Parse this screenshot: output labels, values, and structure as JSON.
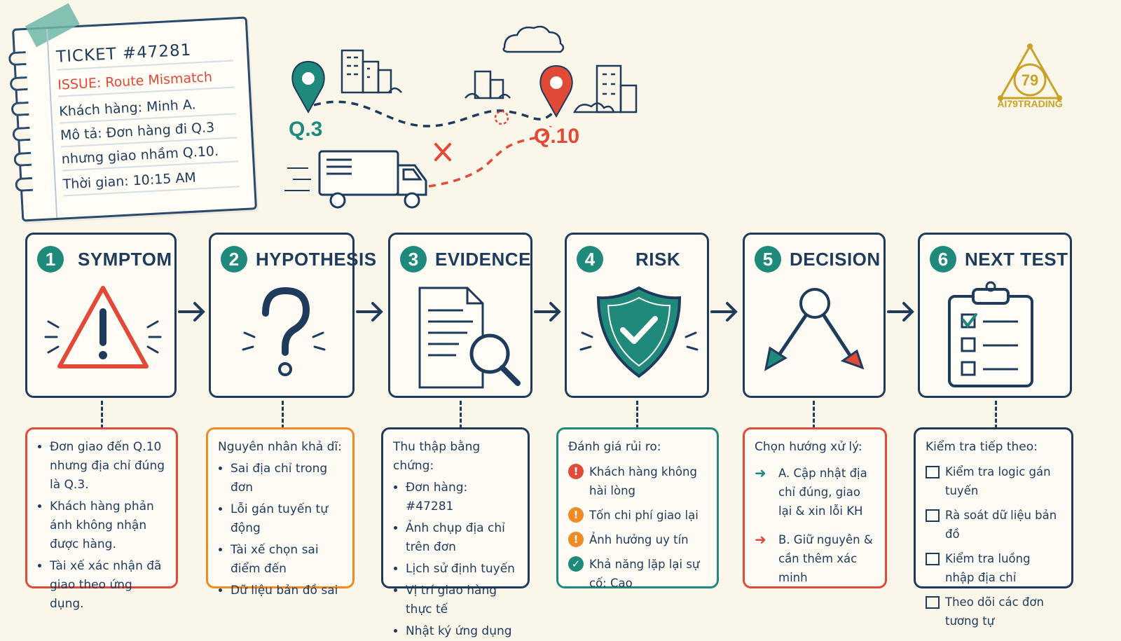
{
  "ticket": {
    "title": "TICKET #47281",
    "issue": "ISSUE: Route Mismatch",
    "customer": "Khách hàng: Minh A.",
    "desc1": "Mô tả: Đơn hàng đi Q.3",
    "desc2": "nhưng giao nhầm Q.10.",
    "time": "Thời gian: 10:15 AM"
  },
  "map": {
    "from": "Q.3",
    "to": "Q.10"
  },
  "logo": {
    "text": "AI79TRADING",
    "mark": "79"
  },
  "steps": [
    {
      "num": "1",
      "label": "SYMPTOM",
      "icon": "warning-icon"
    },
    {
      "num": "2",
      "label": "HYPOTHESIS",
      "icon": "question-icon"
    },
    {
      "num": "3",
      "label": "EVIDENCE",
      "icon": "document-search-icon"
    },
    {
      "num": "4",
      "label": "RISK",
      "icon": "shield-check-icon"
    },
    {
      "num": "5",
      "label": "DECISION",
      "icon": "decision-branch-icon"
    },
    {
      "num": "6",
      "label": "NEXT TEST",
      "icon": "clipboard-checklist-icon"
    }
  ],
  "boxes": {
    "symptom": {
      "items": [
        "Đơn giao đến Q.10 nhưng địa chỉ đúng là Q.3.",
        "Khách hàng phản ánh không nhận được hàng.",
        "Tài xế xác nhận đã giao theo ứng dụng."
      ]
    },
    "hypothesis": {
      "head": "Nguyên nhân khả dĩ:",
      "items": [
        "Sai địa chỉ trong đơn",
        "Lỗi gán tuyến tự động",
        "Tài xế chọn sai điểm đến",
        "Dữ liệu bản đồ sai"
      ]
    },
    "evidence": {
      "head": "Thu thập bằng chứng:",
      "items": [
        "Đơn hàng: #47281",
        "Ảnh chụp địa chỉ trên đơn",
        "Lịch sử định tuyến",
        "Vị trí giao hàng thực tế",
        "Nhật ký ứng dụng"
      ]
    },
    "risk": {
      "head": "Đánh giá rủi ro:",
      "items": [
        {
          "text": "Khách hàng không hài lòng",
          "icon": "!",
          "color": "#e04a36"
        },
        {
          "text": "Tốn chi phí giao lại",
          "icon": "!",
          "color": "#f08a24"
        },
        {
          "text": "Ảnh hưởng uy tín",
          "icon": "!",
          "color": "#f08a24"
        },
        {
          "text": "Khả năng lặp lại sự cố: Cao",
          "icon": "✓",
          "color": "#1f8a7c"
        }
      ]
    },
    "decision": {
      "head": "Chọn hướng xử lý:",
      "items": [
        {
          "text": "A. Cập nhật địa chỉ đúng, giao lại & xin lỗi KH",
          "arrow": "➜",
          "color": "#1f8a7c"
        },
        {
          "text": "B. Giữ nguyên & cần thêm xác minh",
          "arrow": "➜",
          "color": "#e04a36"
        }
      ]
    },
    "next": {
      "head": "Kiểm tra tiếp theo:",
      "items": [
        "Kiểm tra logic gán tuyến",
        "Rà soát dữ liệu bản đồ",
        "Kiểm tra luồng nhập địa chỉ",
        "Theo dõi các đơn tương tự"
      ]
    }
  },
  "colors": {
    "navy": "#1f3b5c",
    "teal": "#1f8a7c",
    "red": "#e04a36",
    "orange": "#f08a24",
    "gold": "#c9a227"
  }
}
